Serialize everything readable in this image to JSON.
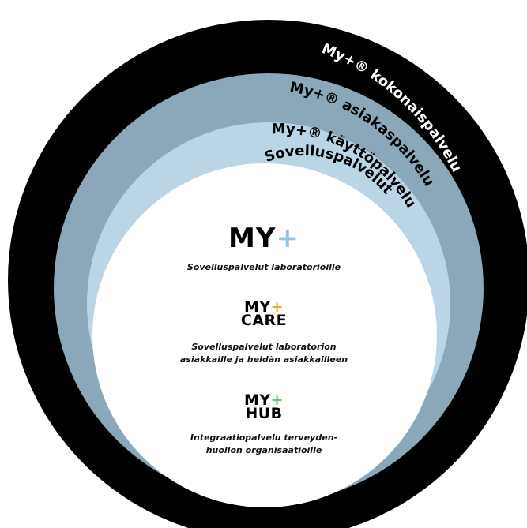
{
  "rings": [
    {
      "label": "My+® kokonaispalvelu",
      "fill": "#000000",
      "text_color": "#ffffff"
    },
    {
      "label": "My+® asiakaspalvelu",
      "fill": "#8aa8ba",
      "text_color": "#000000"
    },
    {
      "label": "My+® käyttöpalvelu",
      "fill": "#b9d5e6",
      "text_color": "#000000"
    },
    {
      "label": "Sovelluspalvelut",
      "fill": "#ffffff",
      "text_color": "#000000"
    }
  ],
  "products": [
    {
      "logo_top": "MY",
      "logo_bottom": "",
      "plus_color": "#8fc7e8",
      "description_lines": [
        "Sovelluspalvelut laboratorioille"
      ]
    },
    {
      "logo_top": "MY",
      "logo_bottom": "CARE",
      "plus_color": "#f5a623",
      "description_lines": [
        "Sovelluspalvelut laboratorion",
        "asiakkaille ja heidän asiakkailleen"
      ]
    },
    {
      "logo_top": "MY",
      "logo_bottom": "HUB",
      "plus_color": "#6fbf73",
      "description_lines": [
        "Integraatiopalvelu terveyden-",
        "huollon organisaatioille"
      ]
    }
  ]
}
